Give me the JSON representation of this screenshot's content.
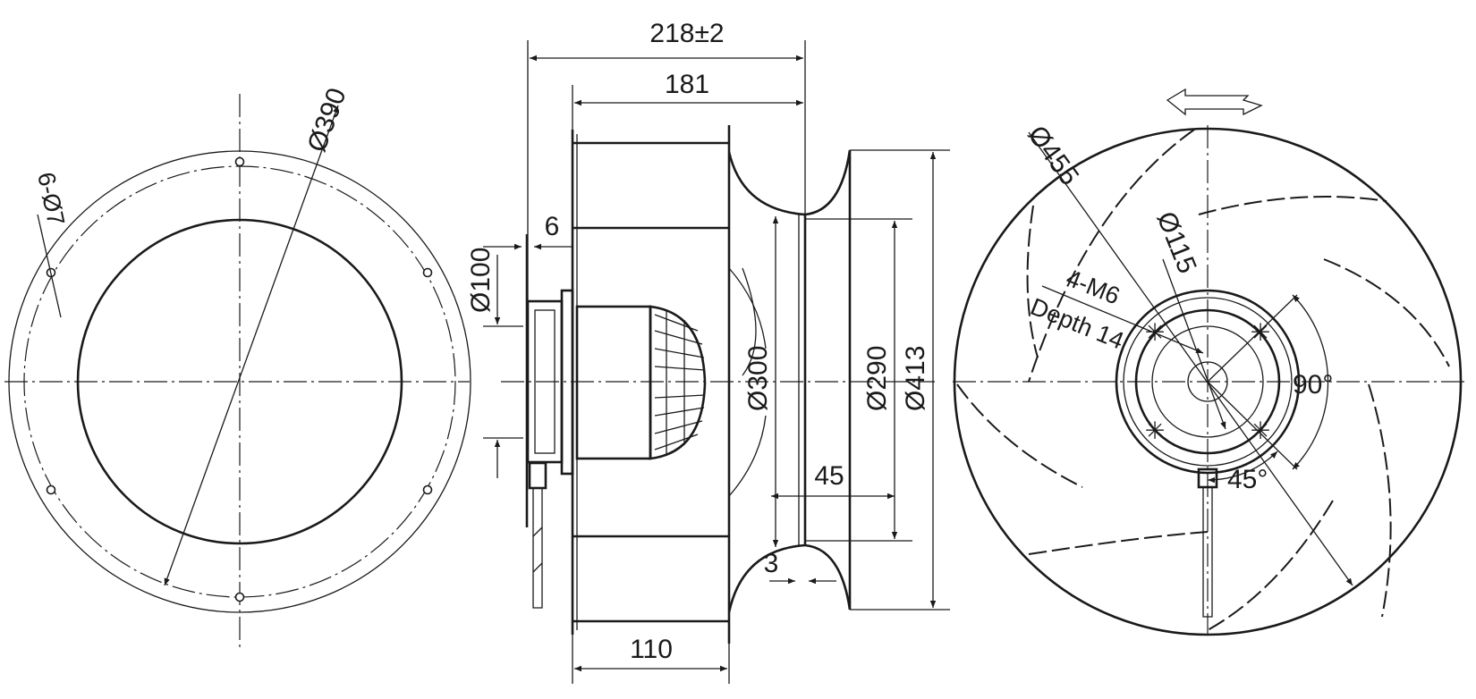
{
  "front_view": {
    "dim_diameter_390": "Ø390",
    "dim_holes": "6-Ø7"
  },
  "side_view": {
    "dim_overall_length": "218±2",
    "dim_length_181": "181",
    "dim_6": "6",
    "dim_diameter_100": "Ø100",
    "dim_diameter_300": "Ø300",
    "dim_diameter_290": "Ø290",
    "dim_diameter_413": "Ø413",
    "dim_45": "45",
    "dim_3": "3",
    "dim_110": "110"
  },
  "rear_view": {
    "dim_diameter_455": "Ø455",
    "dim_diameter_115": "Ø115",
    "dim_threads": "4-M6",
    "dim_depth": "Depth 14",
    "dim_angle_90": "90°",
    "dim_angle_45": "45°",
    "rotation_arrow_icon": "double-arrow-rotation-icon"
  }
}
